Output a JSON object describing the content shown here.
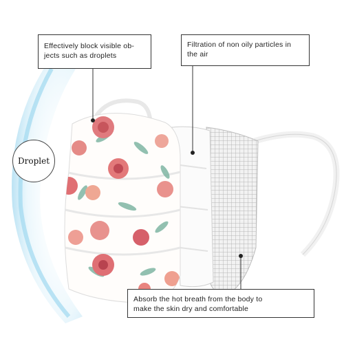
{
  "callouts": {
    "droplet_block": "Effectively block visible ob-\njects such as droplets",
    "filtration": "Filtration of non oily particles in\nthe air",
    "breath": "Absorb the hot breath from the body to\nmake the skin dry and comfortable"
  },
  "badge": {
    "label": "Droplet"
  },
  "colors": {
    "shield_blue": "#bfe4f3",
    "rose": "#e07a7e",
    "leaf": "#7fb6a3",
    "mesh": "#c9c9c9"
  },
  "icons": [
    "mask-illustration",
    "droplet-shield",
    "dot-marker",
    "leader-line"
  ]
}
